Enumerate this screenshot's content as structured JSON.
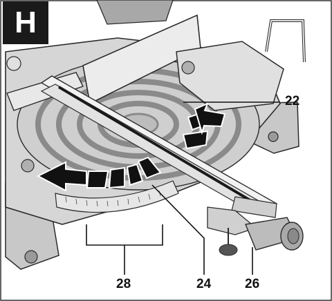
{
  "figure": {
    "panel_letter": "H",
    "callouts": [
      {
        "id": "22",
        "label": "22"
      },
      {
        "id": "24",
        "label": "24"
      },
      {
        "id": "26",
        "label": "26"
      },
      {
        "id": "28",
        "label": "28"
      }
    ]
  },
  "colors": {
    "outline": "#2a2a2a",
    "body_light": "#d9d9d9",
    "body_mid": "#bdbdbd",
    "body_dark": "#8c8c8c",
    "arrow": "#111111",
    "label_bg": "#ffffff"
  }
}
